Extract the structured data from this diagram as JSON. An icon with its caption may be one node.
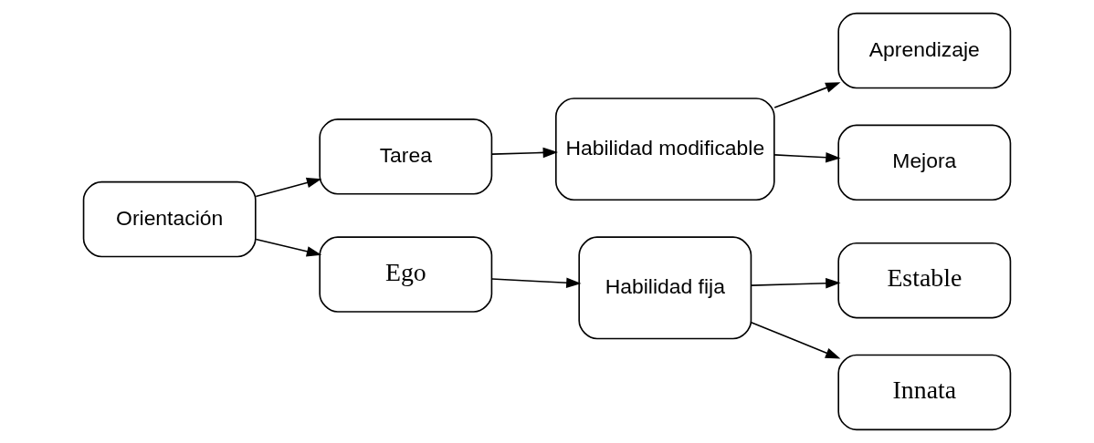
{
  "diagram": {
    "nodes": [
      {
        "text": [
          "Orientación"
        ]
      },
      {
        "text": [
          "Tarea"
        ]
      },
      {
        "text": [
          "Habilidad modificable"
        ]
      },
      {
        "text": [
          "Aprendizaje"
        ]
      },
      {
        "text": [
          "Mejora"
        ]
      },
      {
        "text": [
          "Ego"
        ]
      },
      {
        "text": [
          "Habilidad fija"
        ]
      },
      {
        "text": [
          "Estable"
        ]
      },
      {
        "text": [
          "Innata"
        ]
      }
    ],
    "edges": [
      {
        "from": 0,
        "to": 1,
        "arrow": "to"
      },
      {
        "from": 0,
        "to": 5,
        "arrow": "to"
      },
      {
        "from": 1,
        "to": 2,
        "arrow": "to"
      },
      {
        "from": 2,
        "to": 3,
        "arrow": "to"
      },
      {
        "from": 2,
        "to": 4,
        "arrow": "to"
      },
      {
        "from": 5,
        "to": 6,
        "arrow": "to"
      },
      {
        "from": 6,
        "to": 7,
        "arrow": "to"
      },
      {
        "from": 6,
        "to": 8,
        "arrow": "to"
      }
    ]
  }
}
